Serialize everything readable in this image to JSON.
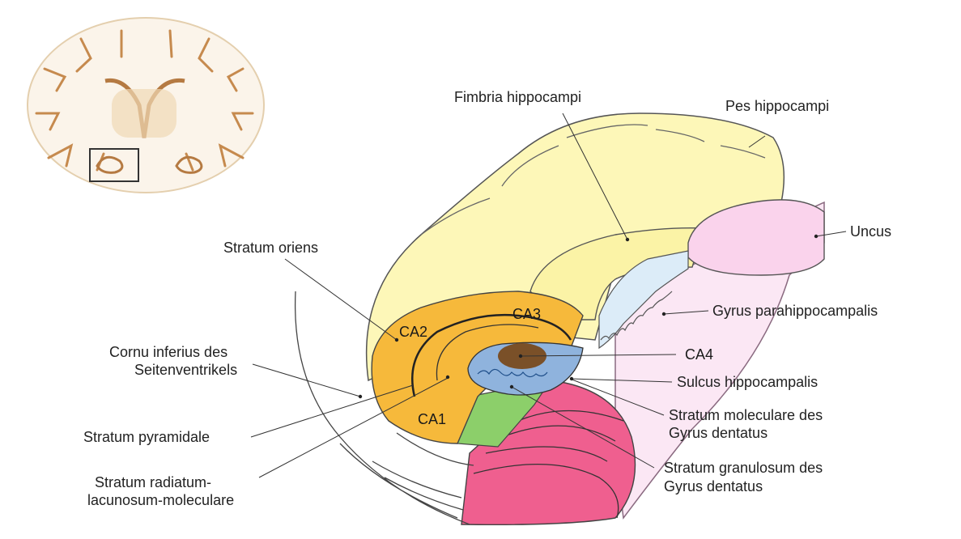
{
  "labels": {
    "fimbria": "Fimbria hippocampi",
    "pes": "Pes hippocampi",
    "uncus": "Uncus",
    "stratum_oriens": "Stratum oriens",
    "gyrus_parahippocampalis": "Gyrus parahippocampalis",
    "ca3": "CA3",
    "ca2": "CA2",
    "ca1": "CA1",
    "ca4": "CA4",
    "cornu_line1": "Cornu inferius des",
    "cornu_line2": "Seitenventrikels",
    "sulcus": "Sulcus hippocampalis",
    "stratum_pyramidale": "Stratum pyramidale",
    "mol_line1": "Stratum moleculare des",
    "mol_line2": "Gyrus dentatus",
    "rad_line1": "Stratum radiatum-",
    "rad_line2": "lacunosum-moleculare",
    "gran_line1": "Stratum granulosum des",
    "gran_line2": "Gyrus dentatus"
  },
  "colors": {
    "fimbria_yellow": "#fbf3a6",
    "pes_yellow": "#fdf7b8",
    "ca_orange": "#f6b93b",
    "dentate_blue": "#8fb3dd",
    "ca4_brown": "#7a5028",
    "green": "#8ccf6a",
    "pink": "#ef5f8f",
    "uncus_pink": "#fad3ec",
    "parahipp_pink": "#fbe7f4",
    "ventricle_blue": "#dcecf8",
    "brain_tan": "#c68a4e"
  }
}
